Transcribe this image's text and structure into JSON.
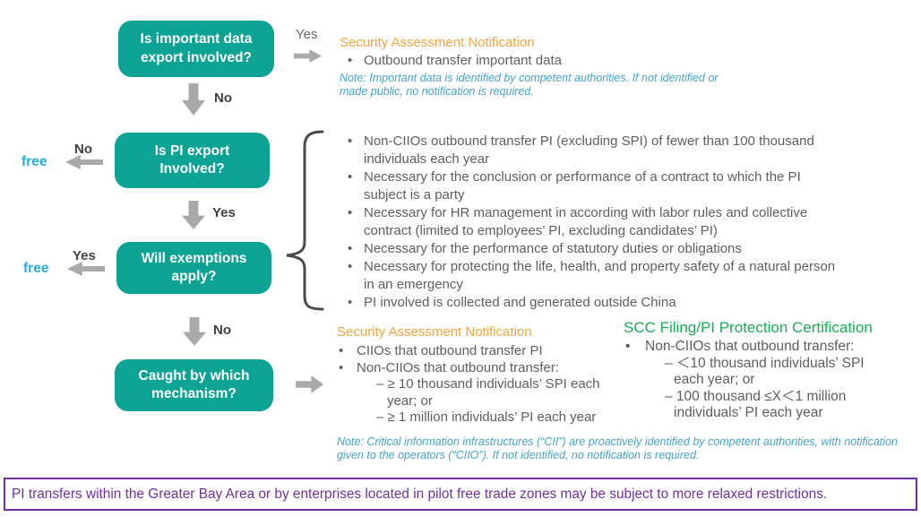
{
  "colors": {
    "box_teal": "#0CA294",
    "arrow_gray": "#A9A9A9",
    "free_blue": "#29ABE2",
    "heading_orange": "#F2A43C",
    "heading_green": "#17AF54",
    "note_blue": "#45A3C9",
    "body_gray": "#5E5E5E",
    "banner_purple": "#7030A0"
  },
  "boxes": {
    "q1": "Is important data export involved?",
    "q2": "Is PI export Involved?",
    "q3": "Will exemptions apply?",
    "q4": "Caught by which mechanism?"
  },
  "edge_labels": {
    "q1_yes": "Yes",
    "q1_no": "No",
    "q2_no": "No",
    "q2_yes": "Yes",
    "q3_yes": "Yes",
    "q3_no": "No",
    "free_q2": "free",
    "free_q3": "free"
  },
  "important_data_outcome": {
    "title": "Security Assessment Notification",
    "bullet": "Outbound transfer important data",
    "note": "Note: Important data is identified by competent authorities. If not identified or made public, no notification is required."
  },
  "exemptions": [
    "Non-CIIOs outbound transfer PI (excluding SPI) of fewer than 100 thousand individuals each year",
    "Necessary for the conclusion or performance of a contract to which the PI subject is a party",
    "Necessary for HR management in according with labor rules and collective contract (limited to employees’ PI, excluding candidates’ PI)",
    "Necessary for the performance of statutory duties or obligations",
    "Necessary for protecting the life, health, and property safety of a natural person in an emergency",
    "PI involved is collected and generated outside China"
  ],
  "mechanisms": {
    "security_assessment": {
      "title": "Security Assessment Notification",
      "bullet1": "CIIOs that outbound transfer PI",
      "bullet2": "Non-CIIOs that outbound transfer:",
      "sub1": "– ≥ 10 thousand individuals’ SPI each year; or",
      "sub2": "– ≥ 1 million individuals’ PI each year"
    },
    "scc_certification": {
      "title": "SCC Filing/PI Protection Certification",
      "bullet1": "Non-CIIOs that outbound transfer:",
      "sub1": "– ＜10 thousand individuals’ SPI each year; or",
      "sub2": "– 100 thousand ≤X＜1 million individuals’ PI each year"
    },
    "note": "Note: Critical information infrastructures (“CII”) are proactively identified by competent authorities, with notification given to the operators (“CIIO”). If not identified, no notification is required."
  },
  "banner": "PI transfers within the Greater Bay Area or by enterprises located in pilot free trade zones may be subject to more relaxed restrictions."
}
